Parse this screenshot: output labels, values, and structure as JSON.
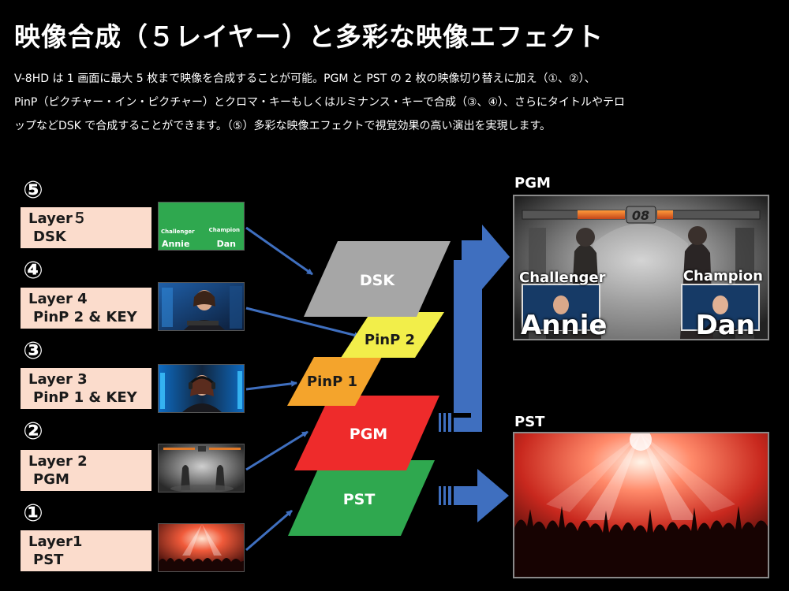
{
  "title": "映像合成（５レイヤー）と多彩な映像エフェクト",
  "description": [
    "V-8HD は 1 画面に最大 5 枚まで映像を合成することが可能。PGM と PST の 2 枚の映像切り替えに加え（①、②）、",
    "PinP（ピクチャー・イン・ピクチャー）とクロマ・キーもしくはルミナンス・キーで合成（③、④）、さらにタイトルやテロ",
    "ップなどDSK で合成することができます。（⑤）多彩な映像エフェクトで視覚効果の高い演出を実現します。"
  ],
  "layers": [
    {
      "number": "⑤",
      "line1": "Layer５",
      "line2": "DSK"
    },
    {
      "number": "④",
      "line1": "Layer 4",
      "line2": "PinP 2 & KEY"
    },
    {
      "number": "③",
      "line1": "Layer 3",
      "line2": "PinP 1 & KEY"
    },
    {
      "number": "②",
      "line1": "Layer 2",
      "line2": "PGM"
    },
    {
      "number": "①",
      "line1": "Layer1",
      "line2": "PST"
    }
  ],
  "dsk_thumb": {
    "challenger": "Challenger",
    "champion": "Champion",
    "name_left": "Annie",
    "name_right": "Dan"
  },
  "stack": {
    "dsk": "DSK",
    "pinp2": "PinP 2",
    "pinp1": "PinP 1",
    "pgm": "PGM",
    "pst": "PST"
  },
  "outputs": {
    "pgm_label": "PGM",
    "pst_label": "PST",
    "pgm_timer": "08",
    "pgm_challenger": "Challenger",
    "pgm_champion": "Champion",
    "pgm_name_left": "Annie",
    "pgm_name_right": "Dan"
  },
  "colors": {
    "background": "#000000",
    "layer_box": "#fbdccc",
    "dsk_plane": "#a6a6a6",
    "pinp2_plane": "#f2ee4a",
    "pinp1_plane": "#f4a42c",
    "pgm_plane": "#ee2b2b",
    "pst_plane": "#2fa84f",
    "arrow": "#3f6fbf",
    "dsk_green": "#2fa84f"
  }
}
